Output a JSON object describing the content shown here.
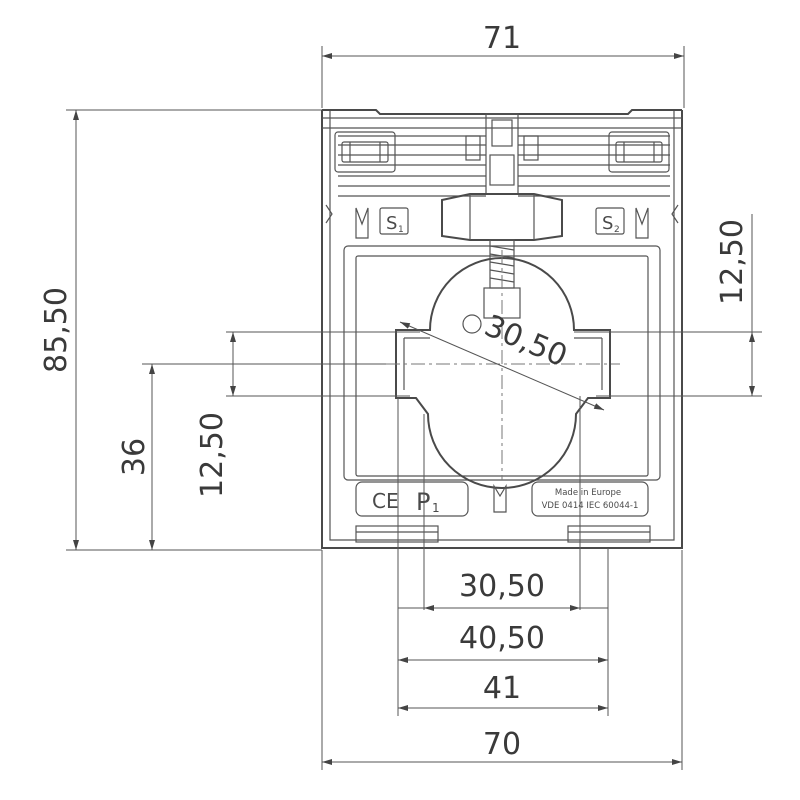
{
  "dimensions": {
    "top_width": "71",
    "left_height": "85,50",
    "left_height_lower": "36",
    "left_gap": "12,50",
    "right_gap": "12,50",
    "diameter": "30,50",
    "bottom_1": "30,50",
    "bottom_2": "40,50",
    "bottom_3": "41",
    "bottom_4": "70"
  },
  "labels": {
    "s1": "S",
    "s1_sub": "1",
    "s2": "S",
    "s2_sub": "2",
    "ce": "CE",
    "p1": "P",
    "p1_sub": "1",
    "made_in": "Made in Europe",
    "standard": "VDE 0414 IEC 60044-1"
  }
}
